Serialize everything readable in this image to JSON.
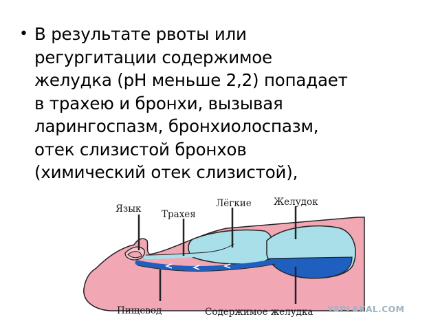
{
  "bullet": {
    "lines": [
      "В результате рвоты или",
      "регургитации содержимое",
      "желудка (pH меньше 2,2) попадает",
      "в трахею и бронхи, вызывая",
      "ларингоспазм, бронхиолоспазм,",
      "отек слизистой бронхов",
      "(химический отек слизистой),"
    ]
  },
  "figure": {
    "labels": {
      "tongue": "Язык",
      "trachea": "Трахея",
      "lungs": "Лёгкие",
      "stomach": "Желудок",
      "esophagus": "Пищевод",
      "stomach_contents": "Содержимое желудка"
    },
    "colors": {
      "body": "#f2a7b4",
      "lungs": "#a8dfe8",
      "stomach": "#a8dfe8",
      "contents": "#1f5fbf",
      "outline": "#222222"
    }
  },
  "watermark": "YAPLAKAL.COM"
}
